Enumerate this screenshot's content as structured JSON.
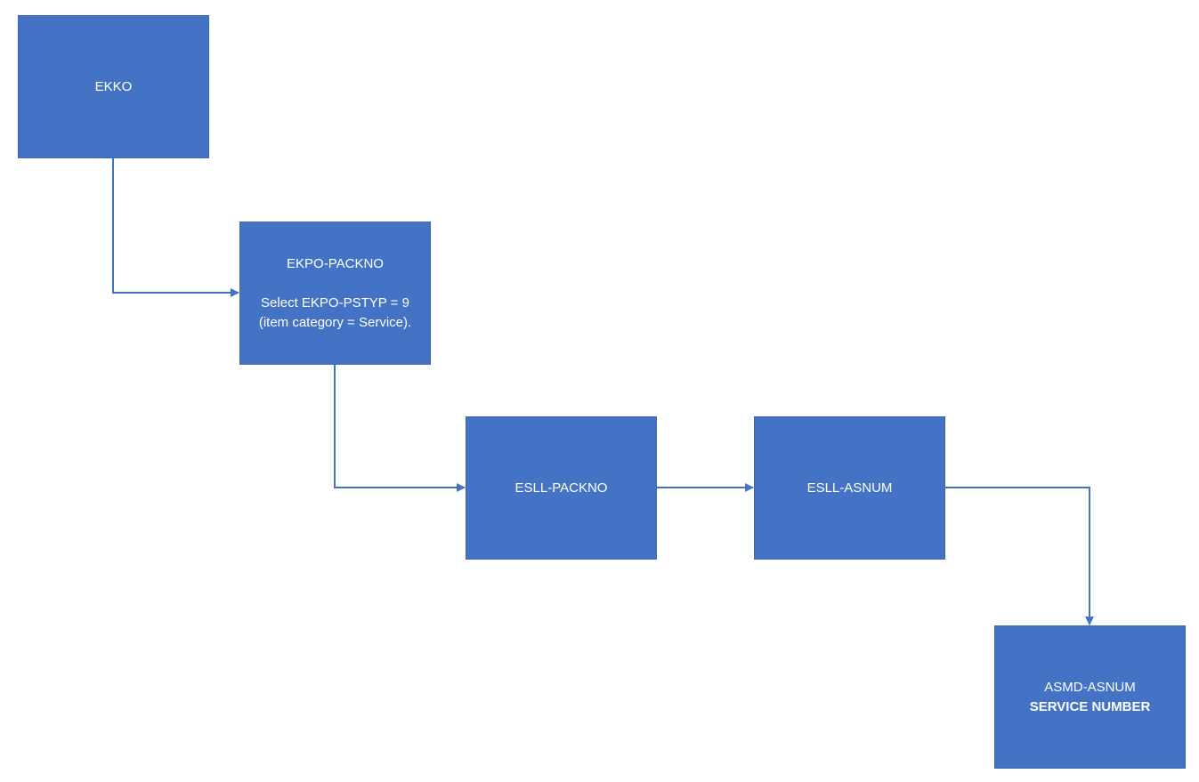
{
  "diagram": {
    "colors": {
      "box_fill": "#4472c4",
      "connector": "#4472c4",
      "text": "#ffffff"
    },
    "nodes": {
      "ekko": {
        "label": "EKKO"
      },
      "ekpo": {
        "label": "EKPO-PACKNO",
        "note_line1": "Select EKPO-PSTYP = 9",
        "note_line2": "(item category = Service)."
      },
      "esll_packno": {
        "label": "ESLL-PACKNO"
      },
      "esll_asnum": {
        "label": "ESLL-ASNUM"
      },
      "asmd_asnum": {
        "label": "ASMD-ASNUM",
        "subtitle": "SERVICE NUMBER"
      }
    },
    "edges": [
      {
        "from": "ekko",
        "to": "ekpo"
      },
      {
        "from": "ekpo",
        "to": "esll_packno"
      },
      {
        "from": "esll_packno",
        "to": "esll_asnum"
      },
      {
        "from": "esll_asnum",
        "to": "asmd_asnum"
      }
    ]
  }
}
